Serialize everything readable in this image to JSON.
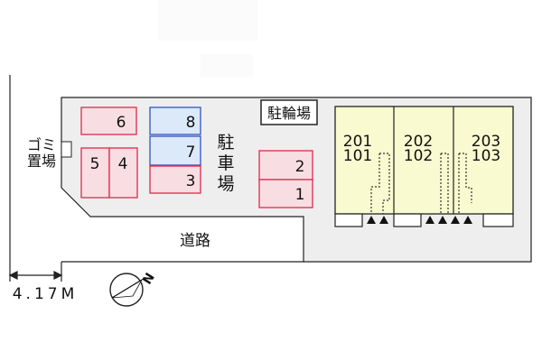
{
  "site": {
    "garbage_label_line1": "ゴミ",
    "garbage_label_line2": "置場",
    "road_label": "道路",
    "parking_label_chars": [
      "駐",
      "車",
      "場"
    ],
    "bicycle_parking_label": "駐輪場",
    "distance_label": "4.17M",
    "compass_letter": "N"
  },
  "parking_spaces": [
    {
      "number": "6",
      "color": "pink"
    },
    {
      "number": "8",
      "color": "blue"
    },
    {
      "number": "7",
      "color": "blue"
    },
    {
      "number": "3",
      "color": "pink"
    },
    {
      "number": "5",
      "color": "pink"
    },
    {
      "number": "4",
      "color": "pink"
    },
    {
      "number": "2",
      "color": "pink"
    },
    {
      "number": "1",
      "color": "pink"
    }
  ],
  "units": [
    {
      "upper": "201",
      "lower": "101"
    },
    {
      "upper": "202",
      "lower": "102"
    },
    {
      "upper": "203",
      "lower": "103"
    }
  ],
  "colors": {
    "lot": "#eeeeee",
    "pink_fill": "#f8dde3",
    "pink_stroke": "#dd2b4a",
    "blue_fill": "#dbe9f8",
    "blue_stroke": "#2f53c5",
    "purple_line": "#8a3a9a",
    "building_fill": "#fafad0",
    "building_stroke": "#222222"
  }
}
